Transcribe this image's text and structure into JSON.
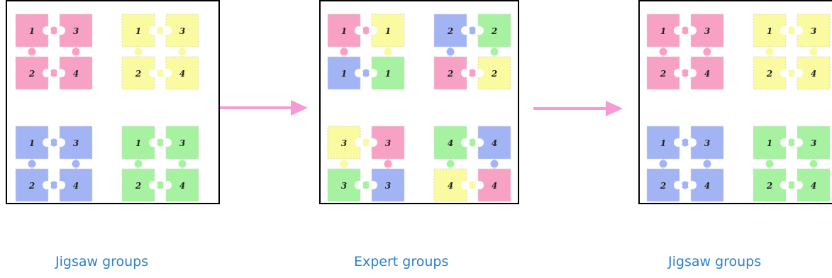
{
  "colors": {
    "pink": "#f7a1c4",
    "yellow": "#fafaa0",
    "blue": "#a3b4f4",
    "green": "#a6f2a0",
    "arrow": "#f59ad4",
    "caption": "#2a7fc9"
  },
  "panels": [
    {
      "name": "jigsaw-groups-initial",
      "caption": "Jigsaw groups",
      "groups": [
        {
          "pieces": [
            {
              "color": "pink",
              "label": "1"
            },
            {
              "color": "pink",
              "label": "3"
            },
            {
              "color": "pink",
              "label": "2"
            },
            {
              "color": "pink",
              "label": "4"
            }
          ]
        },
        {
          "pieces": [
            {
              "color": "yellow",
              "label": "1"
            },
            {
              "color": "yellow",
              "label": "3"
            },
            {
              "color": "yellow",
              "label": "2"
            },
            {
              "color": "yellow",
              "label": "4"
            }
          ]
        },
        {
          "pieces": [
            {
              "color": "blue",
              "label": "1"
            },
            {
              "color": "blue",
              "label": "3"
            },
            {
              "color": "blue",
              "label": "2"
            },
            {
              "color": "blue",
              "label": "4"
            }
          ]
        },
        {
          "pieces": [
            {
              "color": "green",
              "label": "1"
            },
            {
              "color": "green",
              "label": "3"
            },
            {
              "color": "green",
              "label": "2"
            },
            {
              "color": "green",
              "label": "4"
            }
          ]
        }
      ]
    },
    {
      "name": "expert-groups",
      "caption": "Expert groups",
      "groups": [
        {
          "pieces": [
            {
              "color": "pink",
              "label": "1"
            },
            {
              "color": "yellow",
              "label": "1"
            },
            {
              "color": "blue",
              "label": "1"
            },
            {
              "color": "green",
              "label": "1"
            }
          ]
        },
        {
          "pieces": [
            {
              "color": "blue",
              "label": "2"
            },
            {
              "color": "green",
              "label": "2"
            },
            {
              "color": "pink",
              "label": "2"
            },
            {
              "color": "yellow",
              "label": "2"
            }
          ]
        },
        {
          "pieces": [
            {
              "color": "yellow",
              "label": "3"
            },
            {
              "color": "pink",
              "label": "3"
            },
            {
              "color": "green",
              "label": "3"
            },
            {
              "color": "blue",
              "label": "3"
            }
          ]
        },
        {
          "pieces": [
            {
              "color": "green",
              "label": "4"
            },
            {
              "color": "blue",
              "label": "4"
            },
            {
              "color": "yellow",
              "label": "4"
            },
            {
              "color": "pink",
              "label": "4"
            }
          ]
        }
      ]
    },
    {
      "name": "jigsaw-groups-return",
      "caption": "Jigsaw groups",
      "groups": [
        {
          "pieces": [
            {
              "color": "pink",
              "label": "1"
            },
            {
              "color": "pink",
              "label": "3"
            },
            {
              "color": "pink",
              "label": "2"
            },
            {
              "color": "pink",
              "label": "4"
            }
          ]
        },
        {
          "pieces": [
            {
              "color": "yellow",
              "label": "1"
            },
            {
              "color": "yellow",
              "label": "3"
            },
            {
              "color": "yellow",
              "label": "2"
            },
            {
              "color": "yellow",
              "label": "4"
            }
          ]
        },
        {
          "pieces": [
            {
              "color": "blue",
              "label": "1"
            },
            {
              "color": "blue",
              "label": "3"
            },
            {
              "color": "blue",
              "label": "2"
            },
            {
              "color": "blue",
              "label": "4"
            }
          ]
        },
        {
          "pieces": [
            {
              "color": "green",
              "label": "1"
            },
            {
              "color": "green",
              "label": "3"
            },
            {
              "color": "green",
              "label": "2"
            },
            {
              "color": "green",
              "label": "4"
            }
          ]
        }
      ]
    }
  ]
}
